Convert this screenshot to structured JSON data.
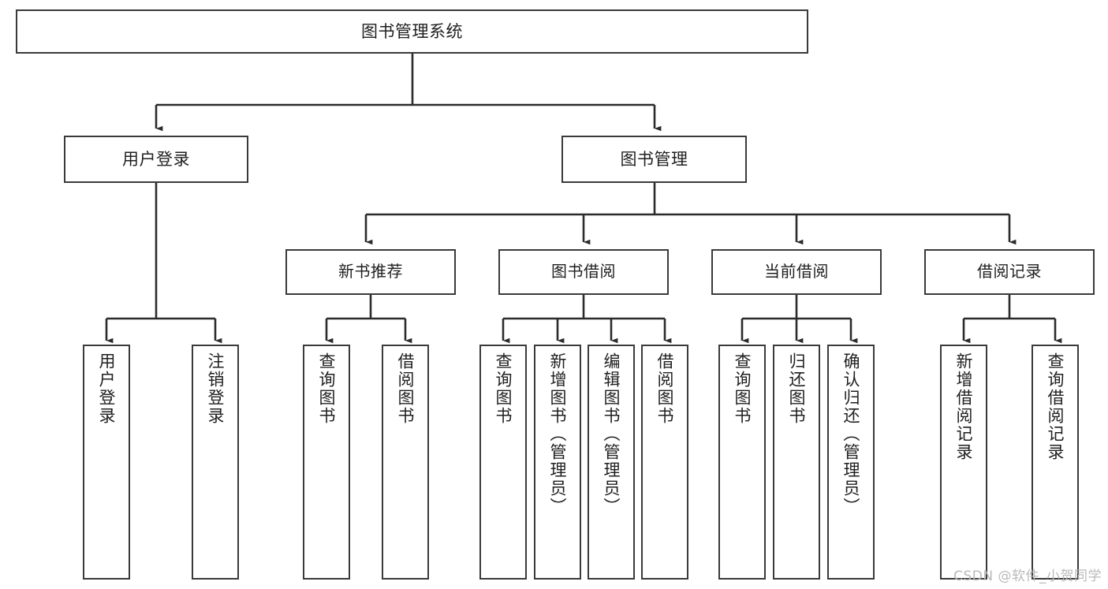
{
  "diagram": {
    "title": "图书管理系统",
    "type": "tree",
    "watermark": "CSDN @软件_小贺同学",
    "colors": {
      "border": "#3a3a3a",
      "background": "#ffffff",
      "text": "#1f1f1f",
      "connector": "#2b2b2b",
      "watermark": "#b9b9b9"
    },
    "root": {
      "label": "图书管理系统"
    },
    "level2": [
      {
        "label": "用户登录"
      },
      {
        "label": "图书管理"
      }
    ],
    "level3": [
      {
        "label": "新书推荐"
      },
      {
        "label": "图书借阅"
      },
      {
        "label": "当前借阅"
      },
      {
        "label": "借阅记录"
      }
    ],
    "leaves": {
      "user_login": [
        {
          "label": "用户登录"
        },
        {
          "label": "注销登录"
        }
      ],
      "new_book": [
        {
          "label": "查询图书"
        },
        {
          "label": "借阅图书"
        }
      ],
      "book_borrow": [
        {
          "label": "查询图书"
        },
        {
          "label": "新增图书（管理员）"
        },
        {
          "label": "编辑图书（管理员）"
        },
        {
          "label": "借阅图书"
        }
      ],
      "current_borrow": [
        {
          "label": "查询图书"
        },
        {
          "label": "归还图书"
        },
        {
          "label": "确认归还（管理员）"
        }
      ],
      "borrow_record": [
        {
          "label": "新增借阅记录"
        },
        {
          "label": "查询借阅记录"
        }
      ]
    }
  }
}
